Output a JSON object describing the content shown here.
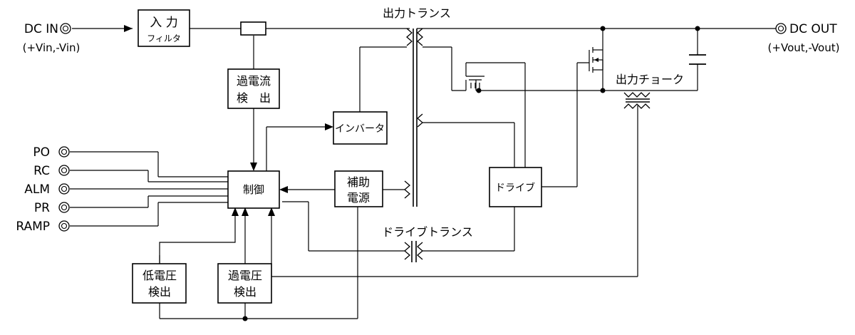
{
  "terminals": {
    "dc_in": "DC IN",
    "dc_in_sub": "(+Vin,-Vin)",
    "dc_out": "DC OUT",
    "dc_out_sub": "(+Vout,-Vout)",
    "po": "PO",
    "rc": "RC",
    "alm": "ALM",
    "pr": "PR",
    "ramp": "RAMP"
  },
  "blocks": {
    "input_filter_1": "入 力",
    "input_filter_2": "フィルタ",
    "overcurrent_1": "過電流",
    "overcurrent_2": "検　出",
    "inverter": "インバータ",
    "control": "制御",
    "aux_power_1": "補助",
    "aux_power_2": "電源",
    "drive": "ドライブ",
    "undervoltage_1": "低電圧",
    "undervoltage_2": "検出",
    "overvoltage_1": "過電圧",
    "overvoltage_2": "検出"
  },
  "labels": {
    "output_transformer": "出力トランス",
    "output_choke": "出力チョーク",
    "drive_transformer": "ドライブトランス"
  }
}
